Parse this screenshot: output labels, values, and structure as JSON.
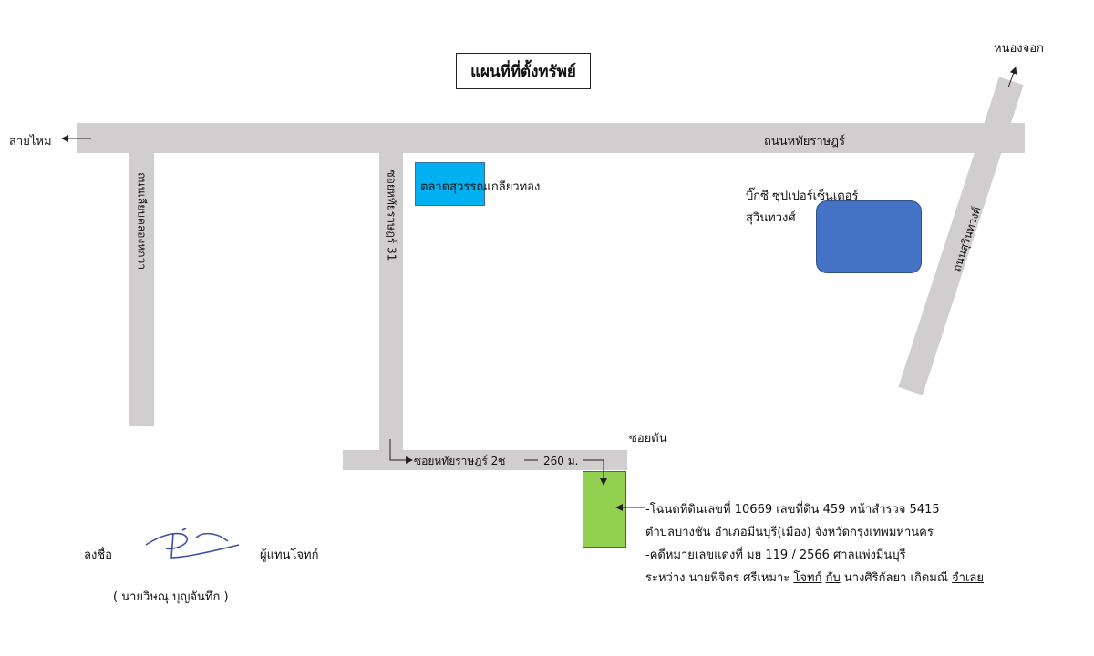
{
  "title": "แผนที่ที่ตั้งทรัพย์",
  "roads": {
    "main_road": "ถนนหทัยราษฎร์",
    "left_soi": "ถนนเลียบคลองหกวา",
    "soi_31": "ซอยหทัยราษฎร์ 31",
    "sukhaphiban_road": "ถนนสุวินทวงศ์",
    "soi_2": "ซอยหทัยราษฎร์ 2ซ",
    "distance": "260 ม."
  },
  "directions": {
    "left": "สายไหม",
    "top_right": "หนองจอก",
    "dead_end": "ซอยตัน"
  },
  "landmarks": {
    "market": "ตลาดสุวรรณเกลียวทอง",
    "bigc_line1": "บิ๊กซี ซุปเปอร์เซ็นเตอร์",
    "bigc_line2": "สุวินทวงศ์"
  },
  "colors": {
    "road": "#d0cece",
    "market": "#00b0f0",
    "bigc": "#4472c4",
    "property": "#92d050"
  },
  "property_notes": {
    "line1": "-โฉนดที่ดินเลขที่ 10669 เลขที่ดิน 459 หน้าสำรวจ 5415",
    "line2": "ตำบลบางชัน อำเภอมีนบุรี(เมือง) จังหวัดกรุงเทพมหานคร",
    "line3": "-คดีหมายเลขแดงที่ มย 119 / 2566  ศาลแพ่งมีนบุรี",
    "line4_prefix": "ระหว่าง นายพิจิตร ศรีเหมาะ ",
    "line4_plaintiff": "โจทก์",
    "line4_mid1": " ",
    "line4_with": "กับ",
    "line4_mid2": " นางศิริกัลยา เกิดมณี ",
    "line4_defendant": "จำเลย"
  },
  "signature": {
    "sign_label": "ลงชื่อ",
    "role": "ผู้แทนโจทก์",
    "name": "( นายวิษณุ  บุญจันทึก )"
  }
}
